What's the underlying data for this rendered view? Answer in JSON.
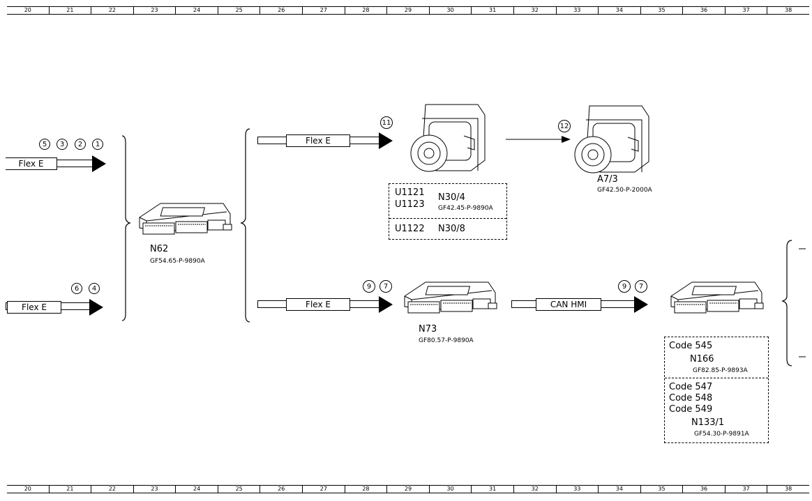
{
  "ruler": [
    "20",
    "21",
    "22",
    "23",
    "24",
    "25",
    "26",
    "27",
    "28",
    "29",
    "30",
    "31",
    "32",
    "33",
    "34",
    "35",
    "36",
    "37",
    "38"
  ],
  "inputs": {
    "top": {
      "bubbles": [
        "5",
        "3",
        "2",
        "1"
      ],
      "label": "Flex E"
    },
    "bottom": {
      "bubbles": [
        "6",
        "4"
      ],
      "label": "Flex E"
    }
  },
  "n62": {
    "name": "N62",
    "ref": "GF54.65-P-9890A"
  },
  "upper_branch": {
    "label": "Flex E",
    "bubble": "11"
  },
  "abs_unit": {
    "bubble": "12",
    "box": {
      "row1": {
        "codes": [
          "U1121",
          "U1123"
        ],
        "name": "N30/4",
        "ref": "GF42.45-P-9890A"
      },
      "row2": {
        "code": "U1122",
        "name": "N30/8"
      }
    }
  },
  "a73": {
    "name": "A7/3",
    "ref": "GF42.50-P-2000A"
  },
  "lower_branch": {
    "label": "Flex E",
    "bubbles": [
      "9",
      "7"
    ]
  },
  "n73": {
    "name": "N73",
    "ref": "GF80.57-P-9890A"
  },
  "can_link": {
    "label": "CAN HMI",
    "bubbles": [
      "9",
      "7"
    ]
  },
  "right_box": {
    "row1": {
      "code": "Code 545",
      "name": "N166",
      "ref": "GF82.85-P-9893A"
    },
    "row2": {
      "codes": [
        "Code 547",
        "Code 548",
        "Code 549"
      ],
      "name": "N133/1",
      "ref": "GF54.30-P-9891A"
    }
  }
}
